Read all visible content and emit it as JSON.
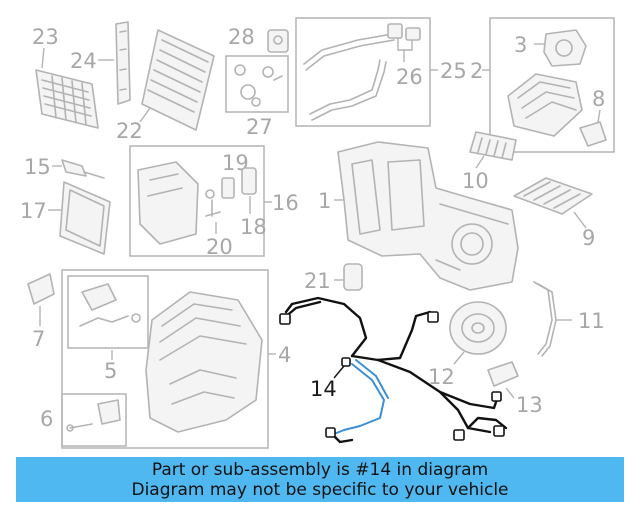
{
  "callouts": {
    "n1": "1",
    "n2": "2",
    "n3": "3",
    "n4": "4",
    "n5": "5",
    "n6": "6",
    "n7": "7",
    "n8": "8",
    "n9": "9",
    "n10": "10",
    "n11": "11",
    "n12": "12",
    "n13": "13",
    "n14": "14",
    "n15": "15",
    "n16": "16",
    "n17": "17",
    "n18": "18",
    "n19": "19",
    "n20": "20",
    "n21": "21",
    "n22": "22",
    "n23": "23",
    "n24": "24",
    "n25": "25",
    "n26": "26",
    "n27": "27",
    "n28": "28"
  },
  "highlighted_part": "14",
  "banner": {
    "line1": "Part or sub-assembly is #14 in diagram",
    "line2": "Diagram may not be specific to your vehicle"
  },
  "colors": {
    "banner_bg": "#4fb8f0",
    "highlight_wire": "#3b8fd6",
    "part_lines": "#b3b3b3"
  }
}
